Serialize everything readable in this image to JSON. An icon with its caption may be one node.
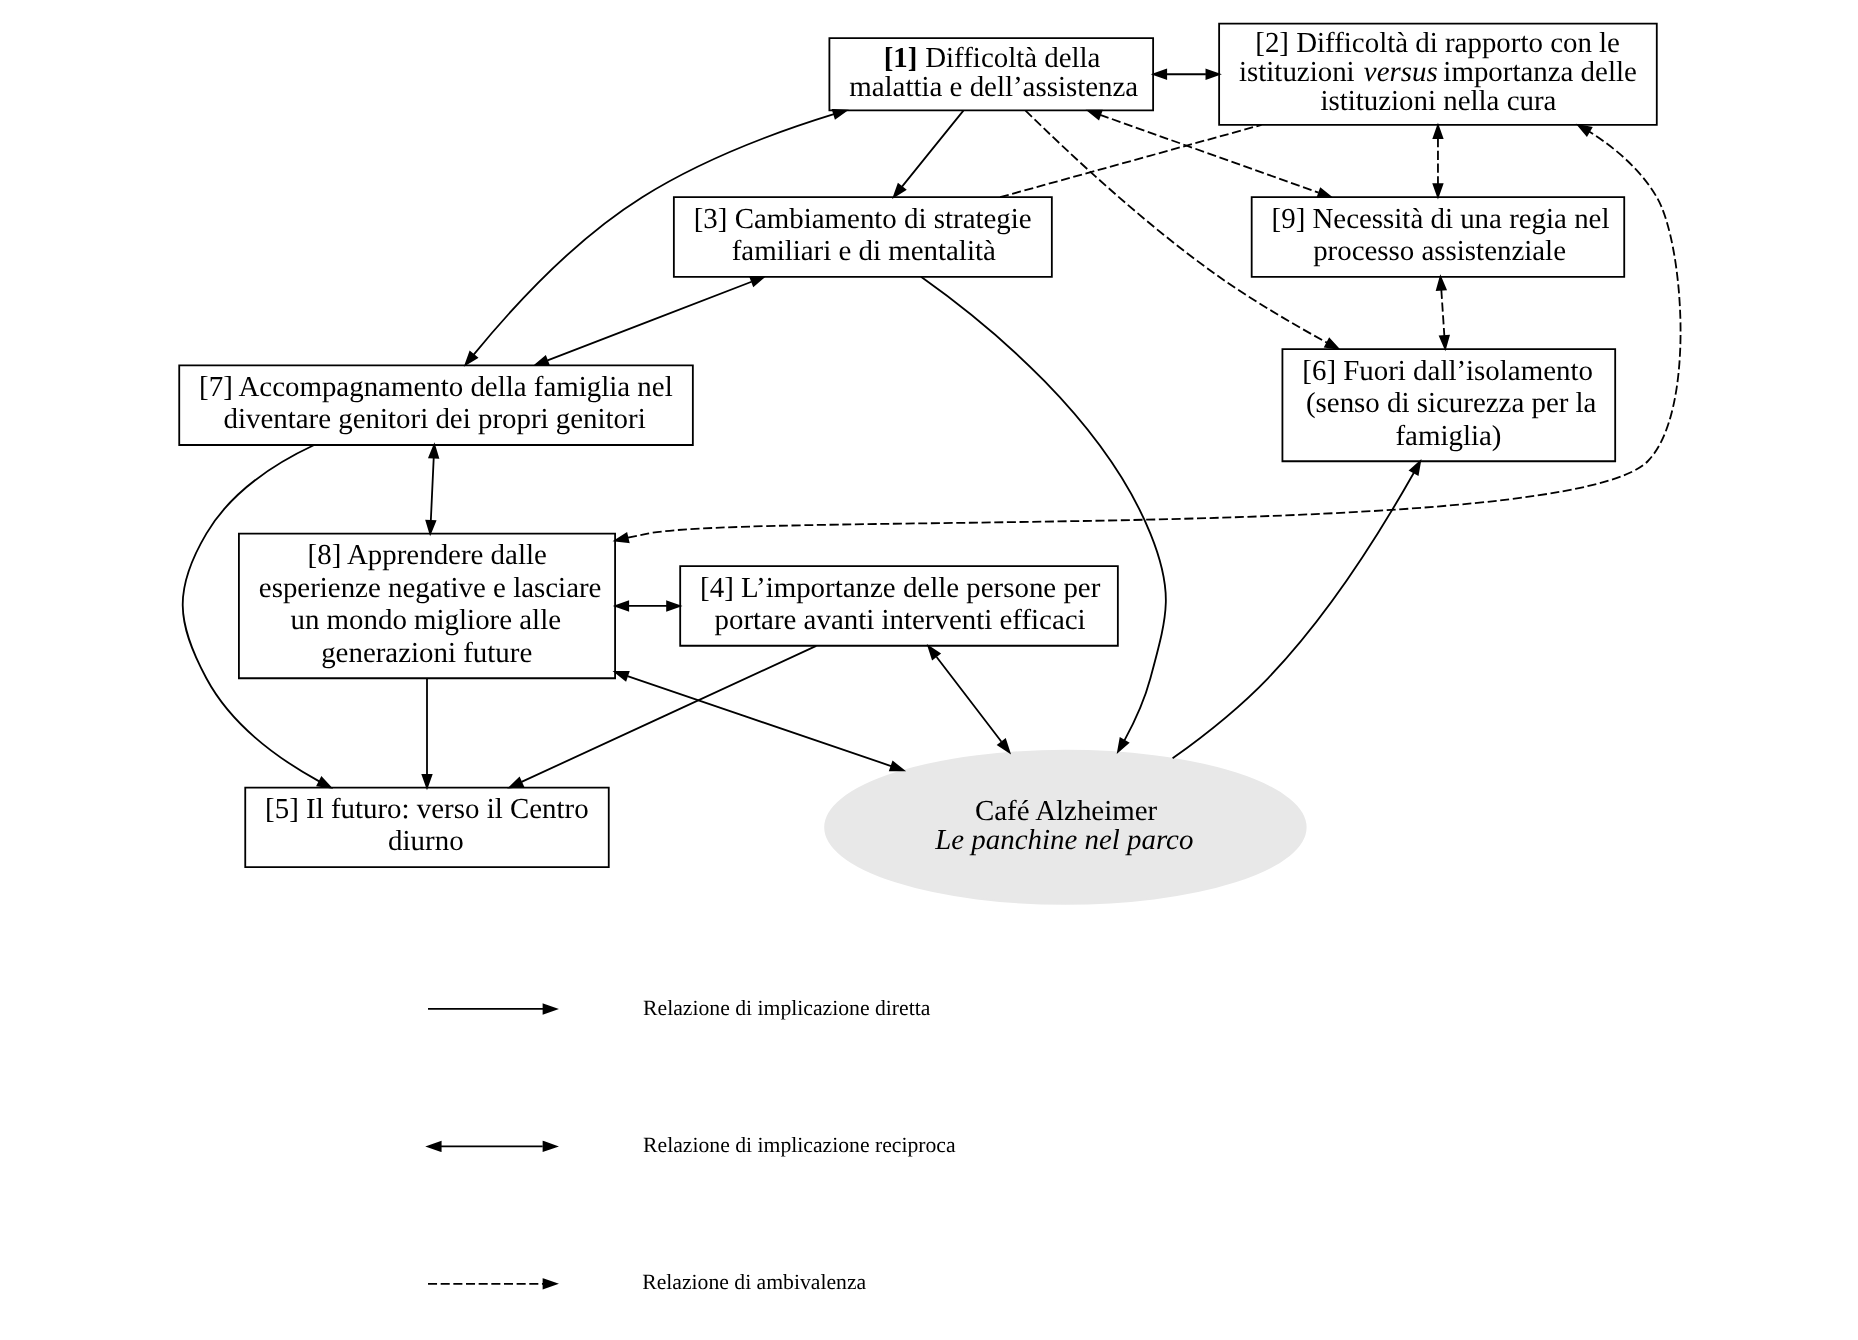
{
  "diagram": {
    "nodes": [
      {
        "text": [
          "**[1]** Difficoltà della malattia e dell’assistenza"
        ]
      },
      {
        "text": [
          "[2] Difficoltà di rapporto con le istituzioni *versus* importanza delle istituzioni nella cura"
        ]
      },
      {
        "text": [
          "[9] Necessità di una regia nel processo assistenziale"
        ]
      },
      {
        "text": [
          "[3] Cambiamento di strategie familiari e di mentalità"
        ]
      },
      {
        "text": [
          "Café Alzheimer",
          "Le panchine nel parco"
        ]
      },
      {
        "text": [
          "[6] Fuori dall’isolamento (senso di sicurezza per la famiglia)"
        ]
      },
      {
        "text": [
          "[7] Accompagnamento della famiglia nel diventare genitori dei propri genitori"
        ]
      },
      {
        "text": [
          "[8] Apprendere dalle esperienze negative e lasciare un mondo migliore alle generazioni future"
        ]
      },
      {
        "text": [
          "[4] L’importanze delle persone per portare avanti interventi efficaci"
        ]
      },
      {
        "text": [
          "[5] Il futuro: verso il Centro diurno"
        ]
      }
    ],
    "edges": [
      {
        "from": 0,
        "to": 1,
        "arrow": "both"
      },
      {
        "from": 0,
        "to": 2,
        "arrow": "both",
        "style": "dashed"
      },
      {
        "from": 0,
        "to": 3,
        "arrow": "to"
      },
      {
        "from": 0,
        "to": 5,
        "arrow": "to",
        "style": "dashed"
      },
      {
        "from": 3,
        "to": 1,
        "arrow": "none",
        "style": "dashed"
      },
      {
        "from": 1,
        "to": 2,
        "arrow": "both",
        "style": "dashed"
      },
      {
        "from": 3,
        "to": 4,
        "arrow": "to"
      },
      {
        "from": 4,
        "to": 5,
        "arrow": "to"
      },
      {
        "from": 2,
        "to": 5,
        "arrow": "both",
        "style": "dashed"
      },
      {
        "from": 0,
        "to": 6,
        "arrow": "both"
      },
      {
        "from": 3,
        "to": 6,
        "arrow": "both"
      },
      {
        "from": 6,
        "to": 7,
        "arrow": "both"
      },
      {
        "from": 7,
        "to": 1,
        "arrow": "both",
        "style": "dashed"
      },
      {
        "from": 7,
        "to": 4,
        "arrow": "both"
      },
      {
        "from": 4,
        "to": 8,
        "arrow": "both"
      },
      {
        "from": 7,
        "to": 8,
        "arrow": "both"
      },
      {
        "from": 6,
        "to": 9,
        "arrow": "to"
      },
      {
        "from": 7,
        "to": 9,
        "arrow": "to"
      },
      {
        "from": 8,
        "to": 9,
        "arrow": "to"
      }
    ],
    "legend": [
      {
        "text": "Relazione di implicazione diretta"
      },
      {
        "text": "Relazione di implicazione reciproca"
      },
      {
        "text": "Relazione di ambivalenza"
      }
    ]
  }
}
